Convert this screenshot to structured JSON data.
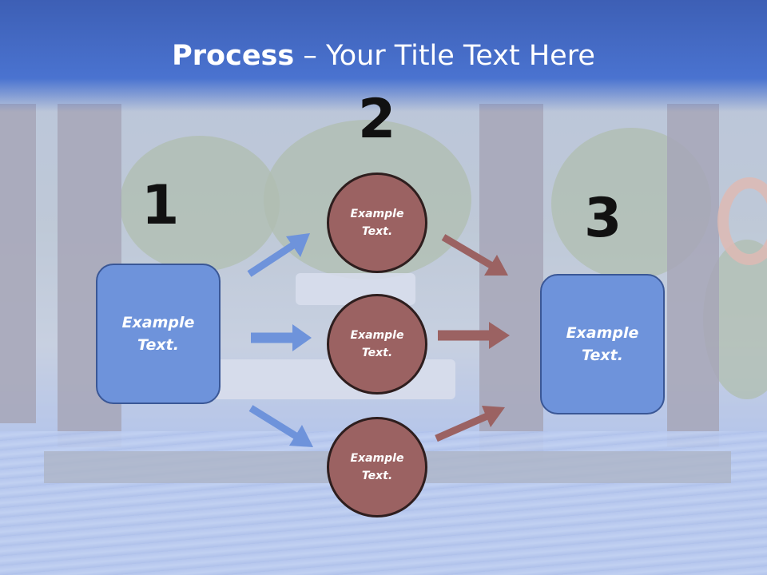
{
  "title": {
    "bold": "Process",
    "rest": " – Your Title Text Here"
  },
  "steps": {
    "one": "1",
    "two": "2",
    "three": "3"
  },
  "left_box": {
    "text": "Example Text."
  },
  "right_box": {
    "text": "Example Text."
  },
  "circles": [
    {
      "text": "Example Text."
    },
    {
      "text": "Example Text."
    },
    {
      "text": "Example Text."
    }
  ],
  "colors": {
    "header": "#4a73d0",
    "box_fill": "#6e93db",
    "circle_fill": "#9b6262",
    "arrow_blue": "#6e93db",
    "arrow_red": "#9b6262"
  }
}
